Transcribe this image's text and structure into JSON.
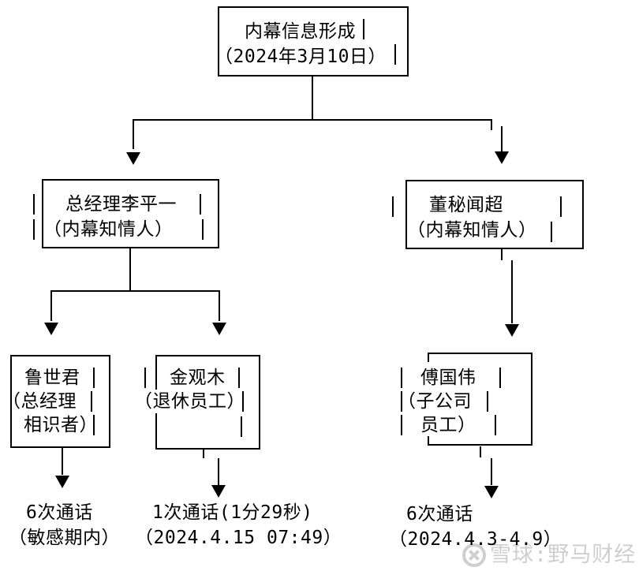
{
  "diagram": {
    "title_node": "内幕信息形成（2024年3月10日）",
    "nodes": {
      "root": {
        "line1": "内幕信息形成",
        "line2": "（2024年3月10日）"
      },
      "gm": {
        "line1": "总经理李平一",
        "line2": "（内幕知情人）"
      },
      "secretary": {
        "line1": "董秘闻超",
        "line2": "（内幕知情人）"
      },
      "lu": {
        "line1": "鲁世君",
        "line2": "（总经理",
        "line3": "相识者）"
      },
      "jin": {
        "line1": "金观木",
        "line2": "（退休员工）"
      },
      "fu": {
        "line1": "傅国伟",
        "line2": "（子公司",
        "line3": "员工）"
      }
    },
    "annotations": {
      "lu_calls": {
        "line1": "6次通话",
        "line2": "（敏感期内）"
      },
      "jin_calls": {
        "line1": "1次通话(1分29秒)",
        "line2": "（2024.4.15 07:49）"
      },
      "fu_calls": {
        "line1": "6次通话",
        "line2": "（2024.4.3-4.9）"
      }
    }
  },
  "watermark": {
    "source": "雪球:野马财经",
    "logo": "xueqiu-logo"
  },
  "colors": {
    "ink": "#000000",
    "background": "#ffffff",
    "watermark": "#cfcfcf"
  }
}
